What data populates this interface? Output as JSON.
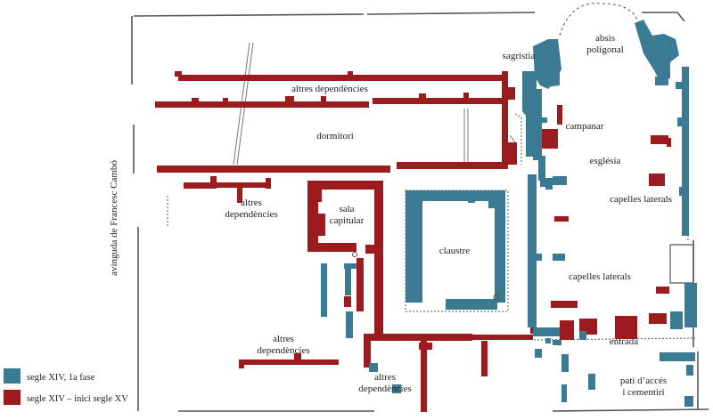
{
  "colors": {
    "phase1": "#3a7a92",
    "phase2": "#9b1b1f",
    "outline": "#555555"
  },
  "labels": {
    "absis_1": "absis",
    "absis_2": "poligonal",
    "sagristia": "sagristia",
    "altres_dep_top": "altres dependències",
    "dormitori": "dormitori",
    "campanar": "campanar",
    "esglesia": "església",
    "altres_dep_left_1": "altres",
    "altres_dep_left_2": "dependències",
    "sala_1": "sala",
    "sala_2": "capitular",
    "claustre": "claustre",
    "capelles_laterals_1": "capelles laterals",
    "capelles_laterals_2": "capelles laterals",
    "altres_dep_bl_1": "altres",
    "altres_dep_bl_2": "dependències",
    "altres_dep_bc_1": "altres",
    "altres_dep_bc_2": "dependències",
    "entrada": "entrada",
    "pati_1": "pati d’accés",
    "pati_2": "i cementiri",
    "street": "avinguda de Francesc Cambó"
  },
  "legend": [
    {
      "label": "segle XIV, 1a fase",
      "color": "#3a7a92"
    },
    {
      "label": "segle XIV – inici segle XV",
      "color": "#9b1b1f"
    }
  ]
}
